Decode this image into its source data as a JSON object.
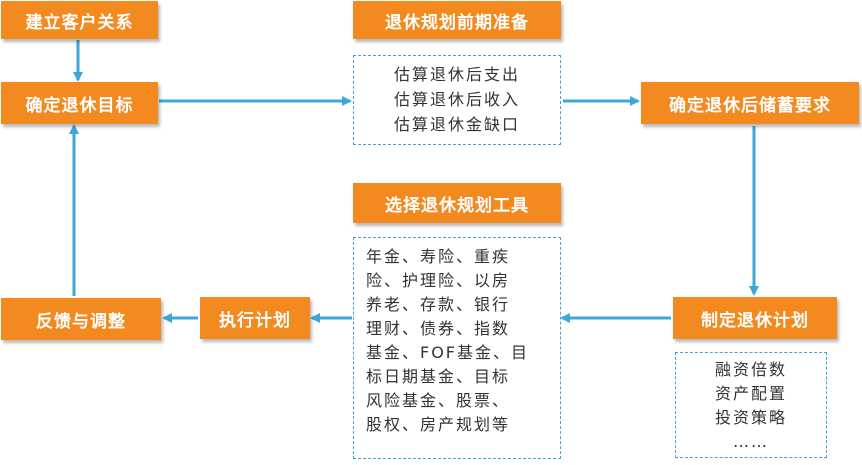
{
  "nodes": {
    "build_relationship": "建立客户关系",
    "set_goal": "确定退休目标",
    "pre_planning": "退休规划前期准备",
    "savings_requirement": "确定退休后储蓄要求",
    "select_tools": "选择退休规划工具",
    "make_plan": "制定退休计划",
    "execute_plan": "执行计划",
    "feedback": "反馈与调整"
  },
  "estimates": {
    "lines": [
      "估算退休后支出",
      "估算退休后收入",
      "估算退休金缺口"
    ]
  },
  "tools": {
    "lines": [
      "年金、寿险、重疾",
      "险、护理险、以房",
      "养老、存款、银行",
      "理财、债券、指数",
      "基金、FOF基金、目",
      "标日期基金、目标",
      "风险基金、股票、",
      "股权、房产规划等"
    ]
  },
  "methods": {
    "lines": [
      "融资倍数",
      "资产配置",
      "投资策略",
      "……"
    ]
  },
  "colors": {
    "node_fill": "#f28a1f",
    "arrow": "#3fa6d8",
    "dashed_border": "#3fa6d8"
  }
}
